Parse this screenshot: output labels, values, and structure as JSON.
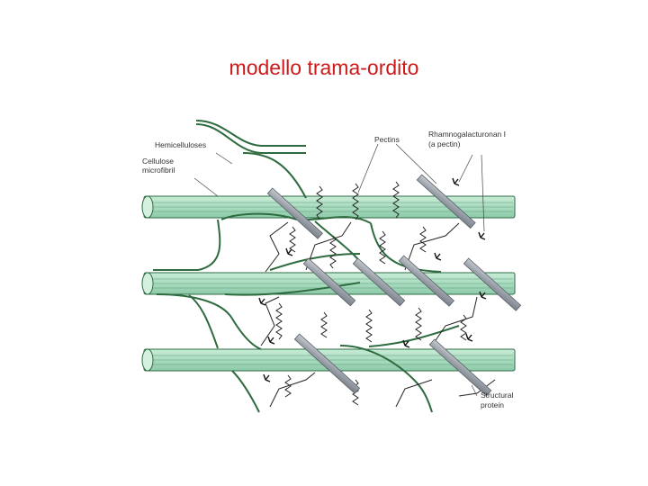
{
  "slide": {
    "title": "modello trama-ordito"
  },
  "figure": {
    "labels": {
      "hemicelluloses": "Hemicelluloses",
      "cellulose_line1": "Cellulose",
      "cellulose_line2": "microfibril",
      "pectins": "Pectins",
      "rg1_line1": "Rhamnogalacturonan I",
      "rg1_line2": "(a pectin)",
      "structural_line1": "Structural",
      "structural_line2": "protein"
    },
    "colors": {
      "title": "#cc1a1a",
      "microfibril_fill": "#a9dcc0",
      "microfibril_stroke": "#2f6b45",
      "hemicellulose": "#2e6b3f",
      "protein_rod": "#9aa0a8",
      "pectin": "#222222"
    },
    "microfibril_count": 3,
    "protein_rod_count": 8
  }
}
